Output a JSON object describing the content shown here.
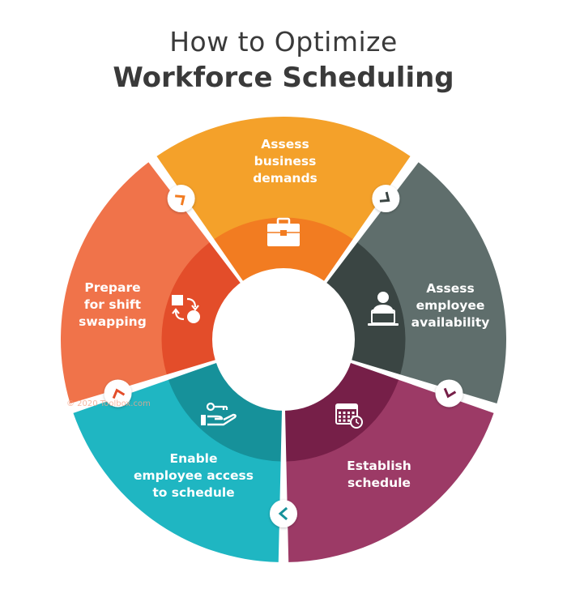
{
  "title": {
    "line1": "How to Optimize",
    "line2": "Workforce Scheduling"
  },
  "watermark": "© 2020 Toolbox.com",
  "steps": [
    {
      "label": [
        "Assess",
        "business",
        "demands"
      ],
      "icon": "briefcase-icon",
      "outer_color": "#f4a12a",
      "inner_color": "#f27c21"
    },
    {
      "label": [
        "Assess",
        "employee",
        "availability"
      ],
      "icon": "employee-laptop-icon",
      "outer_color": "#5f6e6c",
      "inner_color": "#3a4543"
    },
    {
      "label": [
        "Establish",
        "schedule"
      ],
      "icon": "calendar-clock-icon",
      "outer_color": "#9c3a66",
      "inner_color": "#761f48"
    },
    {
      "label": [
        "Enable",
        "employee access",
        "to schedule"
      ],
      "icon": "key-hand-icon",
      "outer_color": "#1fb6c2",
      "inner_color": "#16919a"
    },
    {
      "label": [
        "Prepare",
        "for shift",
        "swapping"
      ],
      "icon": "swap-arrows-icon",
      "outer_color": "#f0734a",
      "inner_color": "#e34d2a"
    }
  ],
  "connectors": [
    "chevron-icon",
    "chevron-icon",
    "chevron-icon",
    "chevron-icon",
    "chevron-icon"
  ]
}
